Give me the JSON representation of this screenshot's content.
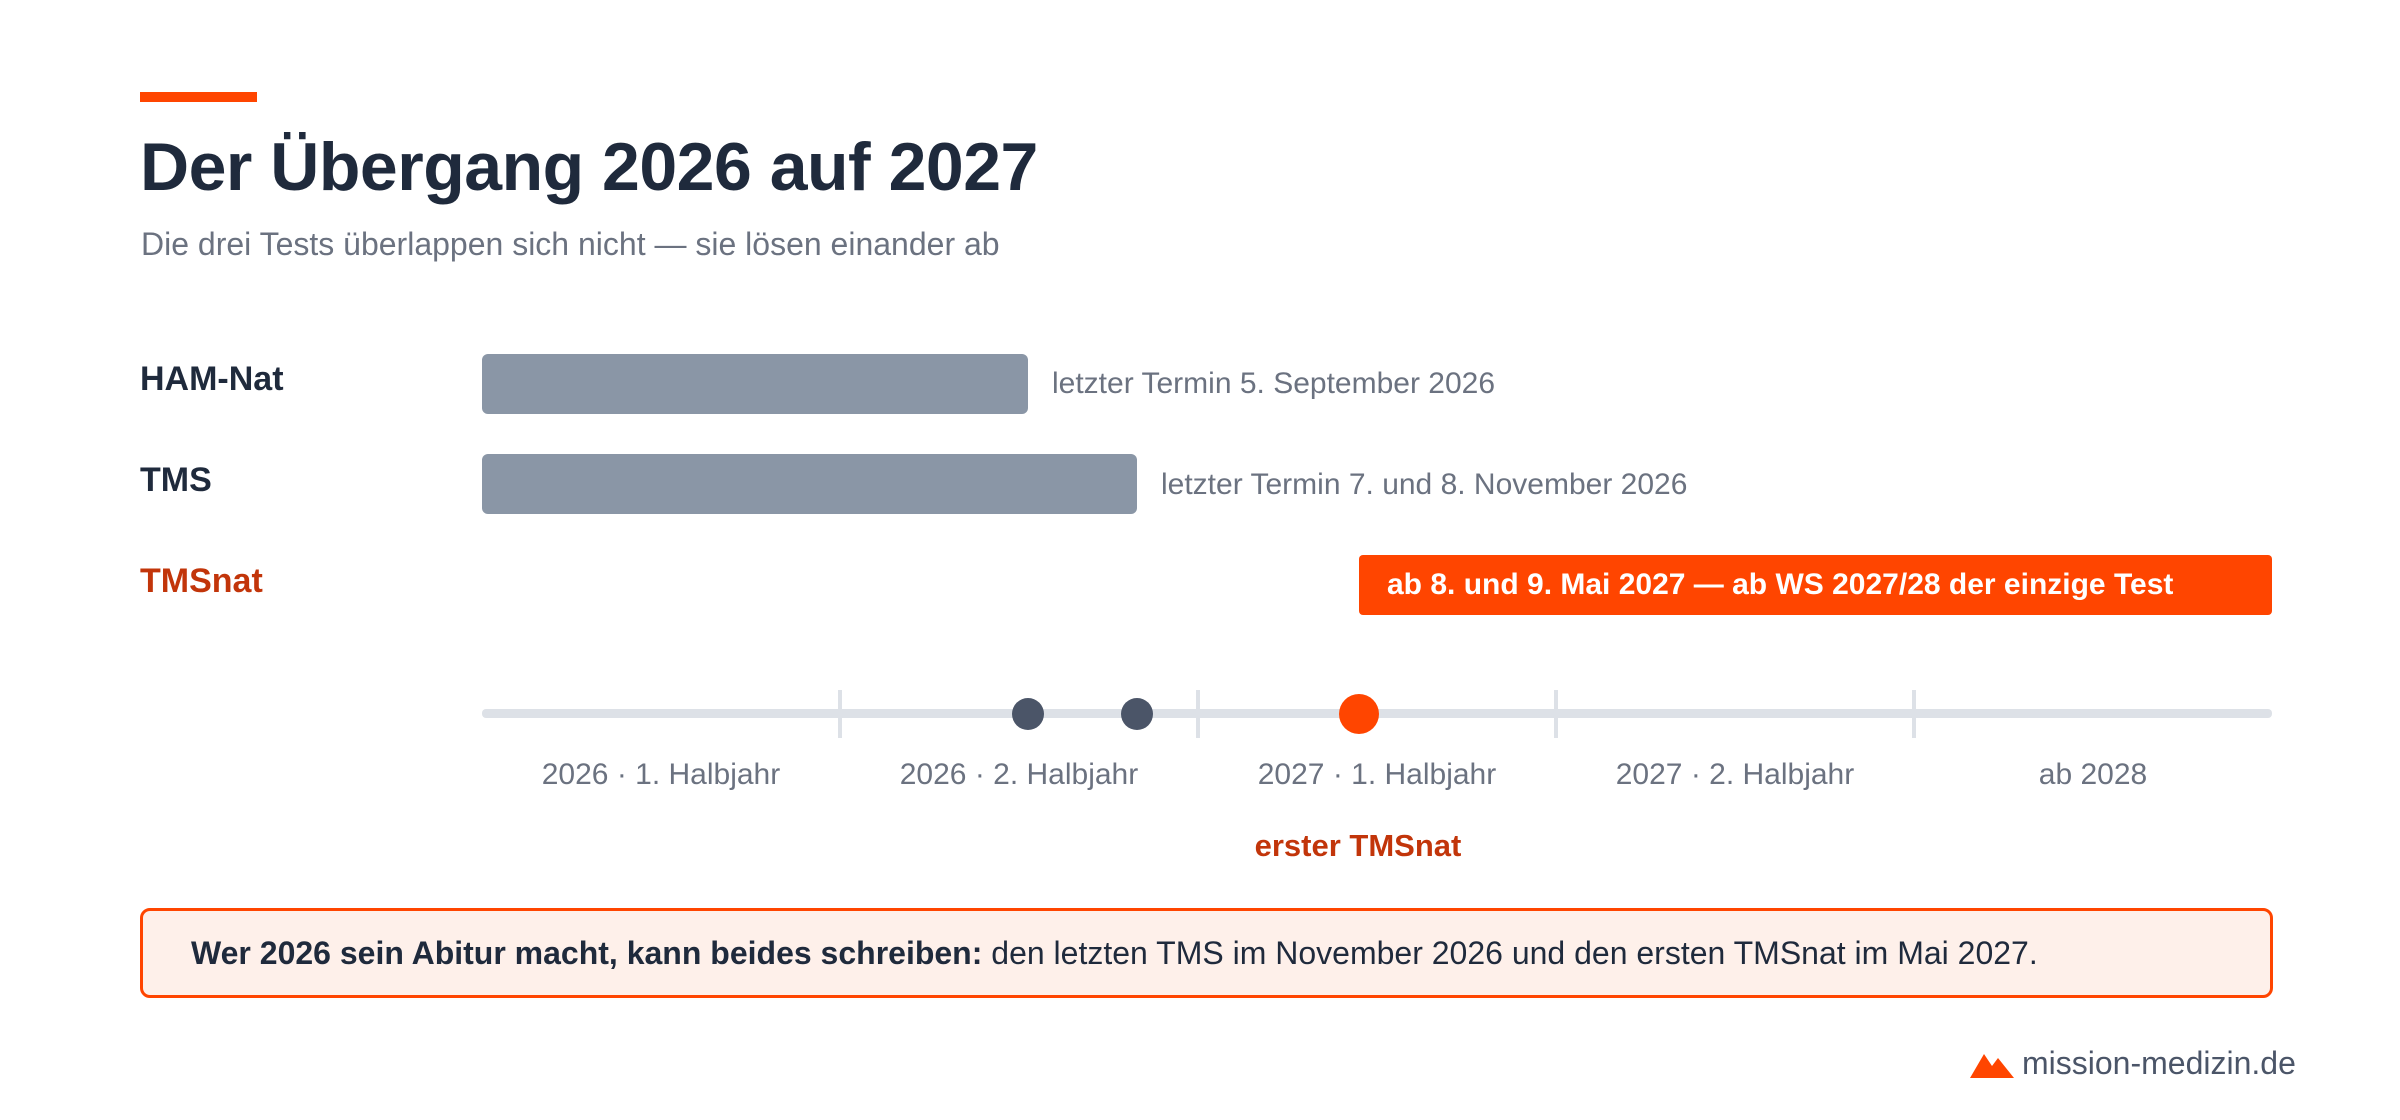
{
  "header": {
    "title": "Der Übergang 2026 auf 2027",
    "subtitle": "Die drei Tests überlappen sich nicht — sie lösen einander ab",
    "accent_color": "#ff4500"
  },
  "tests": [
    {
      "label": "HAM-Nat",
      "note": "letzter Termin 5. September 2026",
      "color": "#8a96a6"
    },
    {
      "label": "TMS",
      "note": "letzter Termin 7. und 8. November 2026",
      "color": "#8a96a6"
    },
    {
      "label": "TMSnat",
      "note": "ab 8. und 9. Mai 2027 — ab WS 2027/28 der einzige Test",
      "color": "#ff4500"
    }
  ],
  "timeline": {
    "periods": [
      "2026 · 1. Halbjahr",
      "2026 · 2. Halbjahr",
      "2027 · 1. Halbjahr",
      "2027 · 2. Halbjahr",
      "ab 2028"
    ],
    "marker_label": "erster TMSnat",
    "dot_color": "#4b5568"
  },
  "callout": {
    "bold": "Wer 2026 sein Abitur macht, kann beides schreiben:",
    "text": " den letzten TMS im November 2026 und den ersten TMSnat im Mai 2027."
  },
  "brand": {
    "name": "mission-medizin.de",
    "icon": "mountain-icon"
  }
}
